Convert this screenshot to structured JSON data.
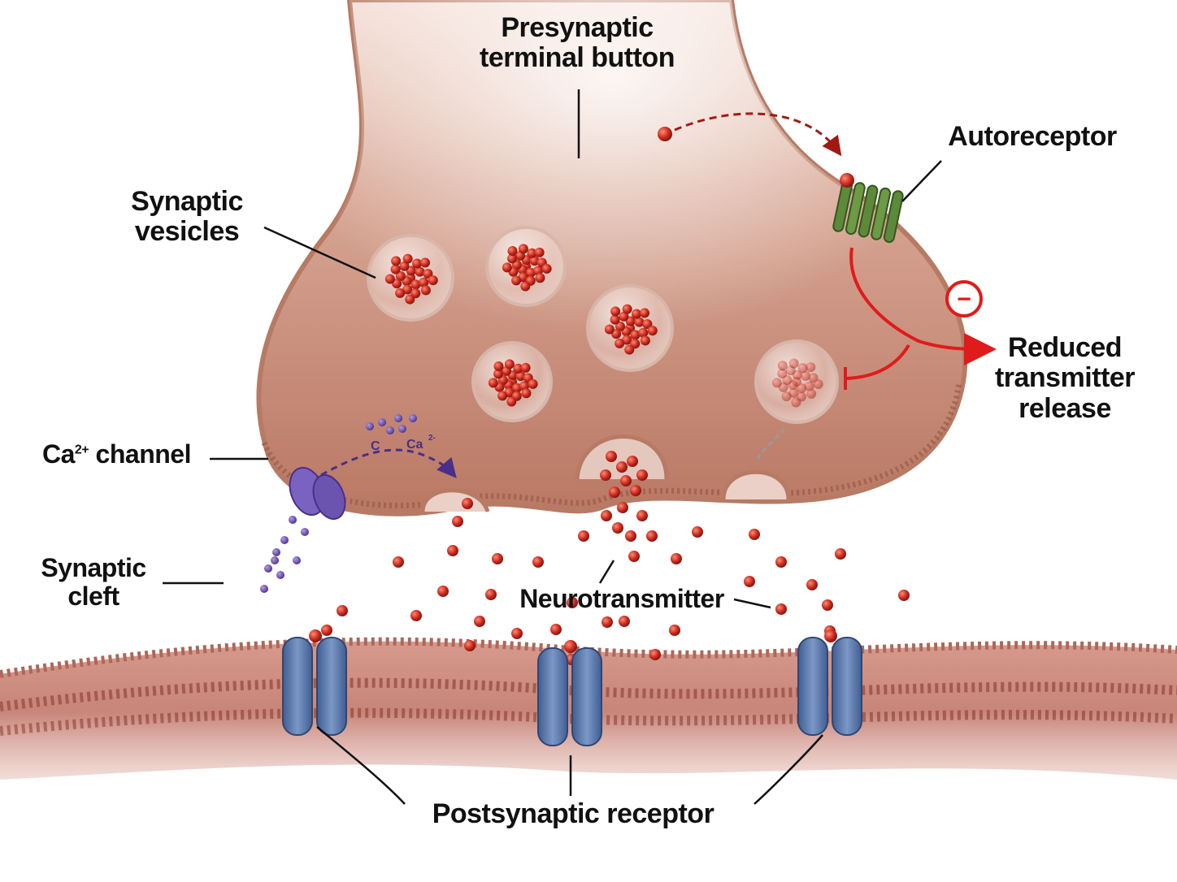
{
  "labels": {
    "presynaptic": [
      "Presynaptic",
      "terminal button"
    ],
    "autoreceptor": "Autoreceptor",
    "vesicles": [
      "Synaptic",
      "vesicles"
    ],
    "reduced": [
      "Reduced",
      "transmitter",
      "release"
    ],
    "inhibition_symbol": "−",
    "ca_channel": {
      "main": "Ca",
      "sup": "2+",
      "rest": " channel"
    },
    "ca_flow_labels": [
      "C",
      "Ca",
      "2-"
    ],
    "cleft": [
      "Synaptic",
      "cleft"
    ],
    "neurotransmitter": "Neurotransmitter",
    "postsynaptic": "Postsynaptic receptor"
  },
  "colors": {
    "terminal": "#c98c78",
    "terminal_dark": "#9a5a48",
    "vesicle_content": "#b3261e",
    "neurotransmitter": "#c8281c",
    "calcium": "#5b3f9e",
    "autoreceptor": "#5d8a3a",
    "receptor": "#5575a8",
    "inhibition": "#e01b1b",
    "membrane": "#c8857a"
  }
}
